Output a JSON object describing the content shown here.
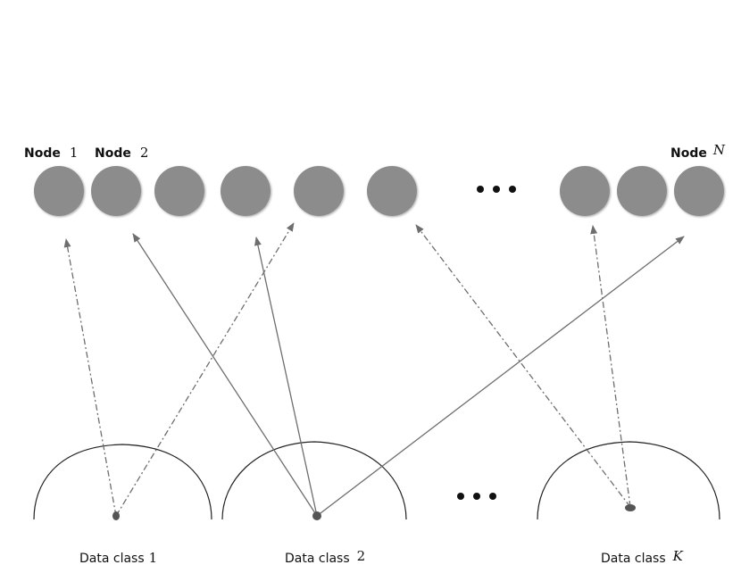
{
  "node_labels": {
    "node1_word": "Node",
    "node1_num": "1",
    "node2_word": "Node",
    "node2_num": "2",
    "nodeN_word": "Node",
    "nodeN_var": "N"
  },
  "class_labels": {
    "class1_word": "Data class",
    "class1_num": "1",
    "class2_word": "Data class",
    "class2_num": "2",
    "classK_word": "Data class",
    "classK_var": "K"
  },
  "colors": {
    "node_fill": "#8c8c8c",
    "arrow": "#6e6e6e",
    "arc": "#222222"
  }
}
